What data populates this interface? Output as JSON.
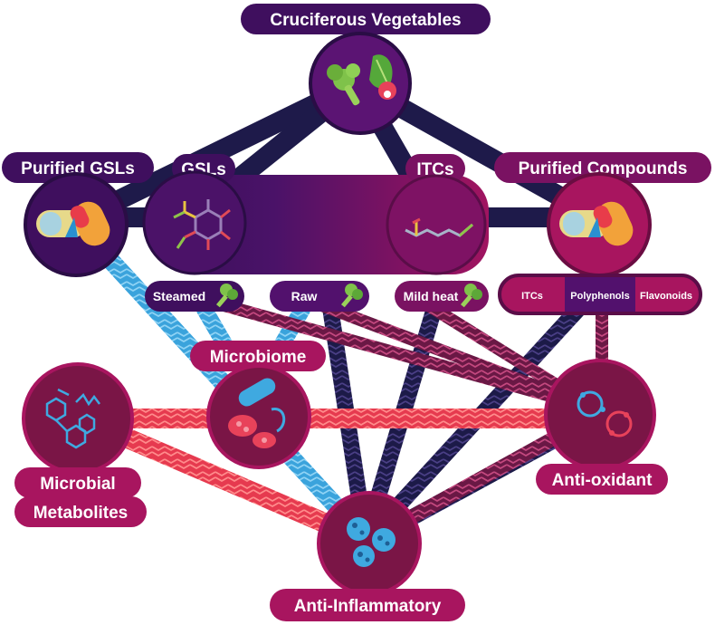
{
  "title": "Cruciferous Vegetables",
  "nodes": {
    "cruciferous": {
      "label": "Cruciferous Vegetables",
      "icon": "vegetables-icon"
    },
    "purified_gsls": {
      "label": "Purified GSLs",
      "icon": "capsule-icon"
    },
    "gsls": {
      "label": "GSLs",
      "icon": "molecule-icon"
    },
    "itcs": {
      "label": "ITCs",
      "icon": "molecule-chain-icon"
    },
    "purified_compounds": {
      "label": "Purified Compounds",
      "icon": "capsule-icon"
    },
    "microbiome": {
      "label": "Microbiome",
      "icon": "bacteria-icon"
    },
    "microbial_metabolites": {
      "label_line1": "Microbial",
      "label_line2": "Metabolites",
      "icon": "metabolites-icon"
    },
    "anti_oxidant": {
      "label": "Anti-oxidant",
      "icon": "oxidation-icon"
    },
    "anti_inflammatory": {
      "label": "Anti-Inflammatory",
      "icon": "cells-icon"
    }
  },
  "preparations": [
    {
      "label": "Steamed",
      "icon": "broccoli-icon"
    },
    {
      "label": "Raw",
      "icon": "broccoli-icon"
    },
    {
      "label": "Mild heat",
      "icon": "broccoli-icon"
    }
  ],
  "compounds": [
    {
      "label": "ITCs"
    },
    {
      "label": "Polyphenols"
    },
    {
      "label": "Flavonoids"
    }
  ],
  "colors": {
    "dark_navy": "#1e1a4a",
    "deep_purple": "#3f0f5e",
    "purple": "#5b1473",
    "magenta": "#a8155f",
    "maroon": "#7a1546",
    "red": "#ea3e52",
    "sky_blue": "#3fa9e0",
    "chevron_maroon": "#731e4c"
  }
}
